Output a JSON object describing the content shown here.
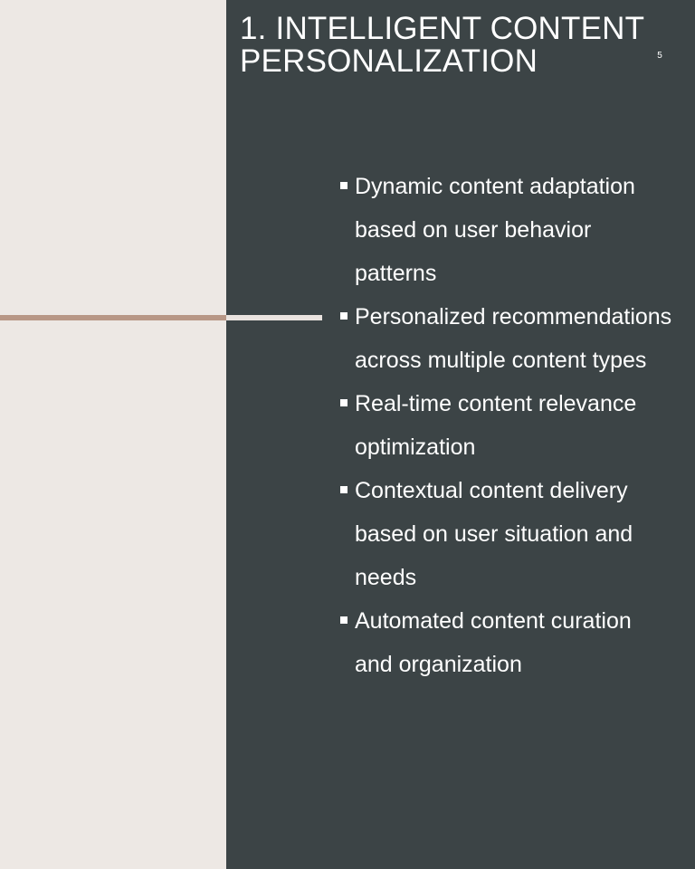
{
  "slide": {
    "title_lines": [
      "1. INTELLIGENT CONTENT",
      "PERSONALIZATION"
    ],
    "slide_number": "5",
    "bullets": [
      "Dynamic content adaptation based on user behavior patterns",
      "Personalized recommendations across multiple content types",
      "Real-time content relevance optimization",
      "Contextual content delivery based on user situation and needs",
      "Automated content curation and organization"
    ]
  },
  "colors": {
    "background_left": "#ede8e4",
    "background_right": "#3c4446",
    "accent_line": "#b89786",
    "text": "#ffffff"
  },
  "icons": {
    "bullet": "square-bullet-icon"
  }
}
